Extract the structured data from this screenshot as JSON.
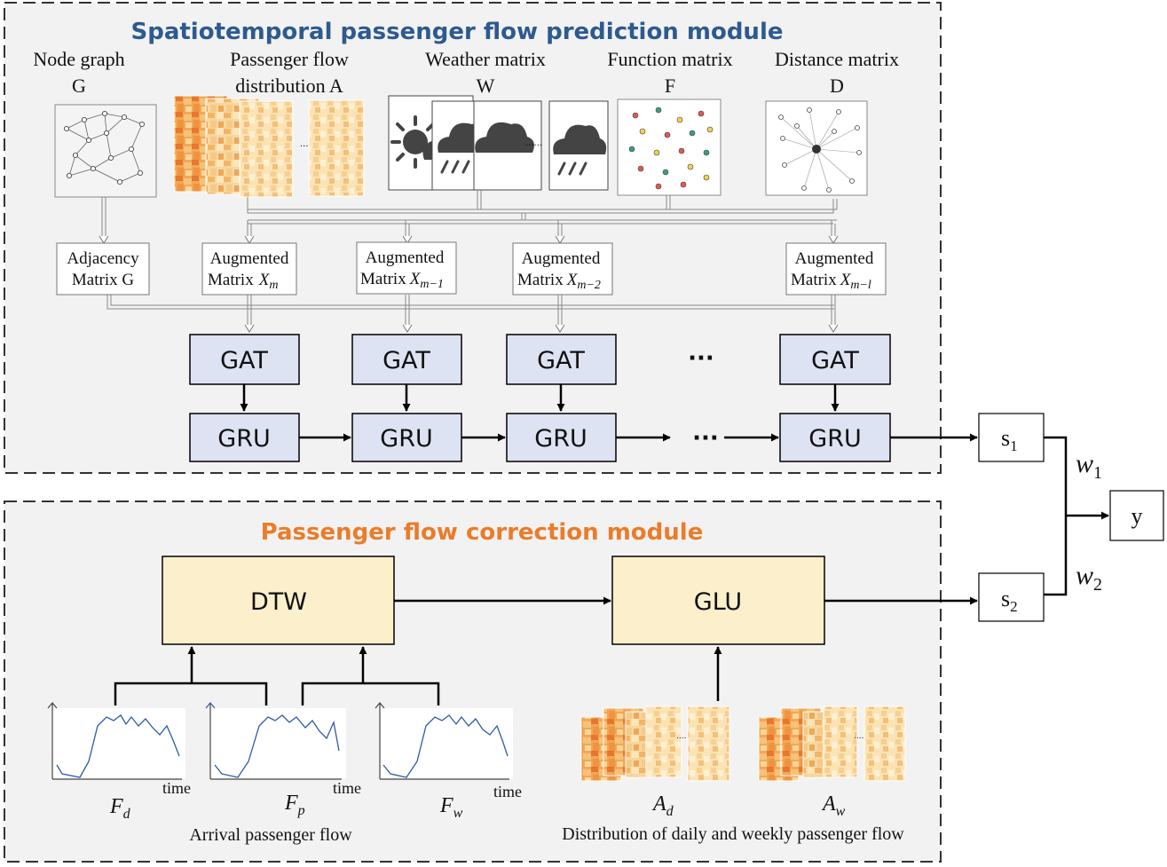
{
  "top_module": {
    "title": "Spatiotemporal passenger flow prediction module",
    "inputs": [
      {
        "label_line1": "Node graph",
        "label_line2": "G"
      },
      {
        "label_line1": "Passenger flow",
        "label_line2": "distribution A"
      },
      {
        "label_line1": "Weather matrix",
        "label_line2": "W"
      },
      {
        "label_line1": "Function matrix",
        "label_line2": "F"
      },
      {
        "label_line1": "Distance matrix",
        "label_line2": "D"
      }
    ],
    "adjacency": {
      "line1": "Adjacency",
      "line2": "Matrix G"
    },
    "augmented": [
      {
        "line1": "Augmented",
        "line2": "Matrix",
        "sub": "m"
      },
      {
        "line1": "Augmented",
        "line2": "Matrix",
        "sub": "m−1"
      },
      {
        "line1": "Augmented",
        "line2": "Matrix",
        "sub": "m−2"
      },
      {
        "line1": "Augmented",
        "line2": "Matrix",
        "sub": "m−l"
      }
    ],
    "matrix_symbol": "X",
    "gat_label": "GAT",
    "gru_label": "GRU",
    "ellipsis": "···",
    "small_ellipsis": "......"
  },
  "bottom_module": {
    "title": "Passenger flow correction module",
    "dtw_label": "DTW",
    "glu_label": "GLU",
    "axis_label": "time",
    "flows": [
      {
        "symbol": "F",
        "sub": "d"
      },
      {
        "symbol": "F",
        "sub": "p"
      },
      {
        "symbol": "F",
        "sub": "w"
      }
    ],
    "arrival_caption": "Arrival passenger flow",
    "distributions": [
      {
        "symbol": "A",
        "sub": "d"
      },
      {
        "symbol": "A",
        "sub": "w"
      }
    ],
    "distribution_caption": "Distribution of daily and weekly passenger flow",
    "small_ellipsis": "...."
  },
  "outputs": {
    "s1": {
      "symbol": "s",
      "sub": "1"
    },
    "s2": {
      "symbol": "s",
      "sub": "2"
    },
    "w1": {
      "symbol": "w",
      "sub": "1"
    },
    "w2": {
      "symbol": "w",
      "sub": "2"
    },
    "y": "y"
  },
  "colors": {
    "top_title": "#2d5a8f",
    "bottom_title": "#ea7c2a",
    "gat_gru_fill": "#dde3f2",
    "dtw_glu_fill": "#fcf0cc",
    "module_bg": "#f2f2f2",
    "line": "#000000",
    "chart_line": "#2e5aa8"
  }
}
